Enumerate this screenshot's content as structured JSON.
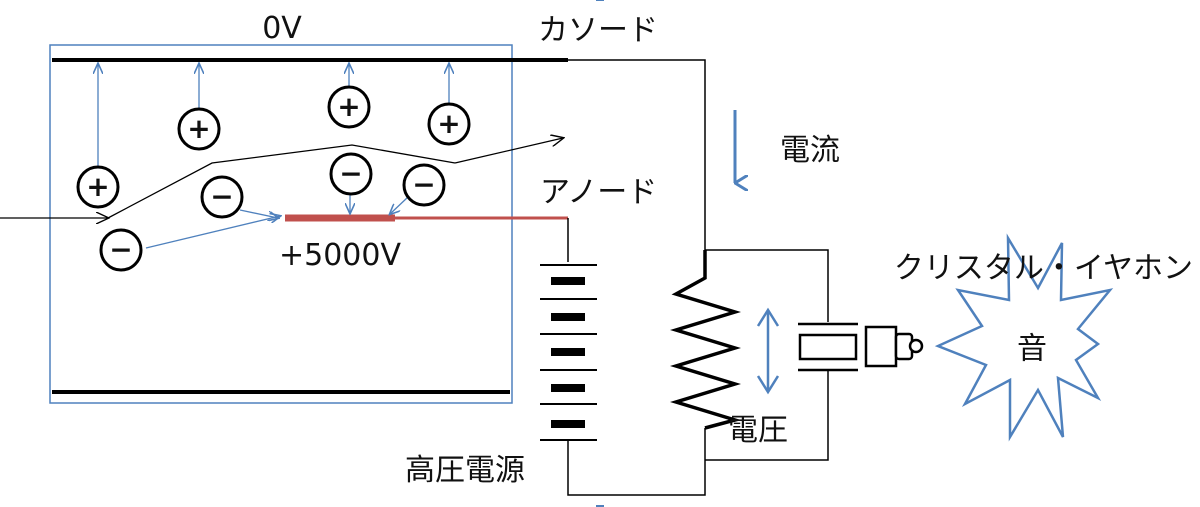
{
  "labels": {
    "zero_volt": "0V",
    "cathode": "カソード",
    "current": "電流",
    "anode": "アノード",
    "anode_voltage": "+5000V",
    "earphone": "クリスタル・イヤホン",
    "sound": "音",
    "voltage": "電圧",
    "hv_supply": "高圧電源"
  },
  "ions": {
    "positive_symbol": "+",
    "negative_symbol": "−"
  },
  "colors": {
    "arrow_blue": "#4f81bd",
    "anode_red": "#c0504d",
    "frame_blue": "#4f81bd",
    "line_black": "#000000"
  }
}
